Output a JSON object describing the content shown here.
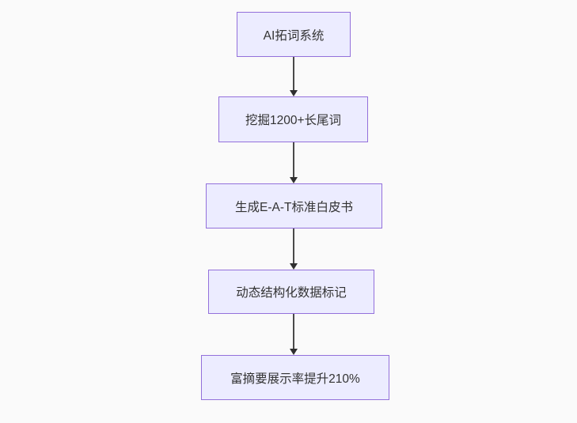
{
  "diagram": {
    "type": "flowchart",
    "direction": "top-down",
    "colors": {
      "background": "#fafafa",
      "node_fill": "#ececff",
      "node_border": "#9370db",
      "arrow": "#333333",
      "text": "#333333"
    },
    "nodes": [
      {
        "id": "A",
        "label": "AI拓词系统"
      },
      {
        "id": "B",
        "label": "挖掘1200+长尾词"
      },
      {
        "id": "C",
        "label": "生成E-A-T标准白皮书"
      },
      {
        "id": "D",
        "label": "动态结构化数据标记"
      },
      {
        "id": "E",
        "label": "富摘要展示率提升210%"
      }
    ],
    "edges": [
      {
        "from": "A",
        "to": "B"
      },
      {
        "from": "B",
        "to": "C"
      },
      {
        "from": "C",
        "to": "D"
      },
      {
        "from": "D",
        "to": "E"
      }
    ]
  }
}
